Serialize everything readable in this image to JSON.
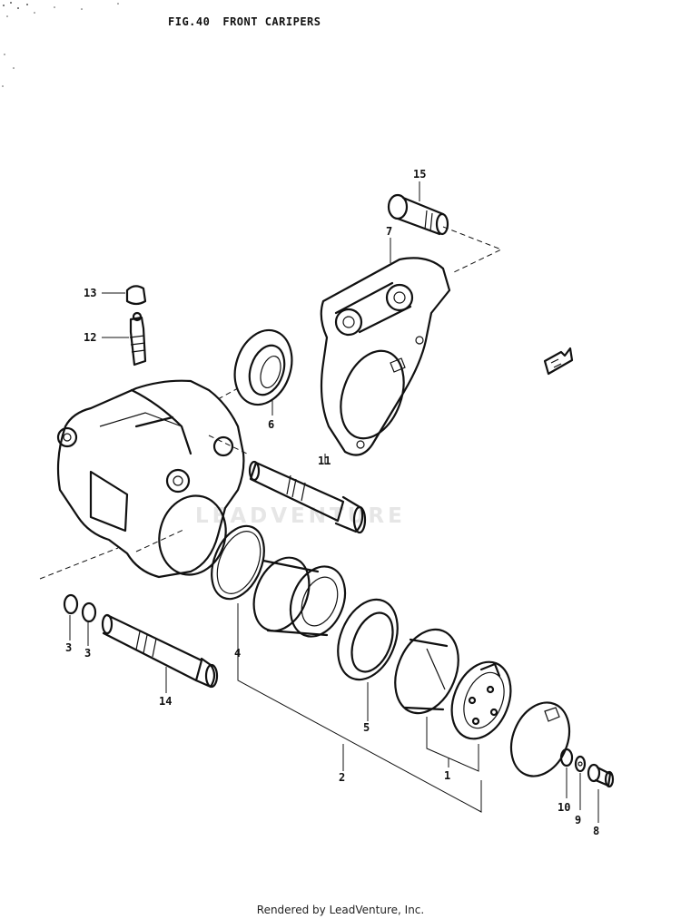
{
  "figure": {
    "number": "FIG.40",
    "title": "FRONT CARIPERS"
  },
  "callouts": [
    "1",
    "2",
    "3",
    "3",
    "4",
    "5",
    "6",
    "7",
    "8",
    "9",
    "10",
    "11",
    "12",
    "13",
    "14",
    "15"
  ],
  "watermark": "LEADVENTURE",
  "footer": "Rendered by LeadVenture, Inc."
}
